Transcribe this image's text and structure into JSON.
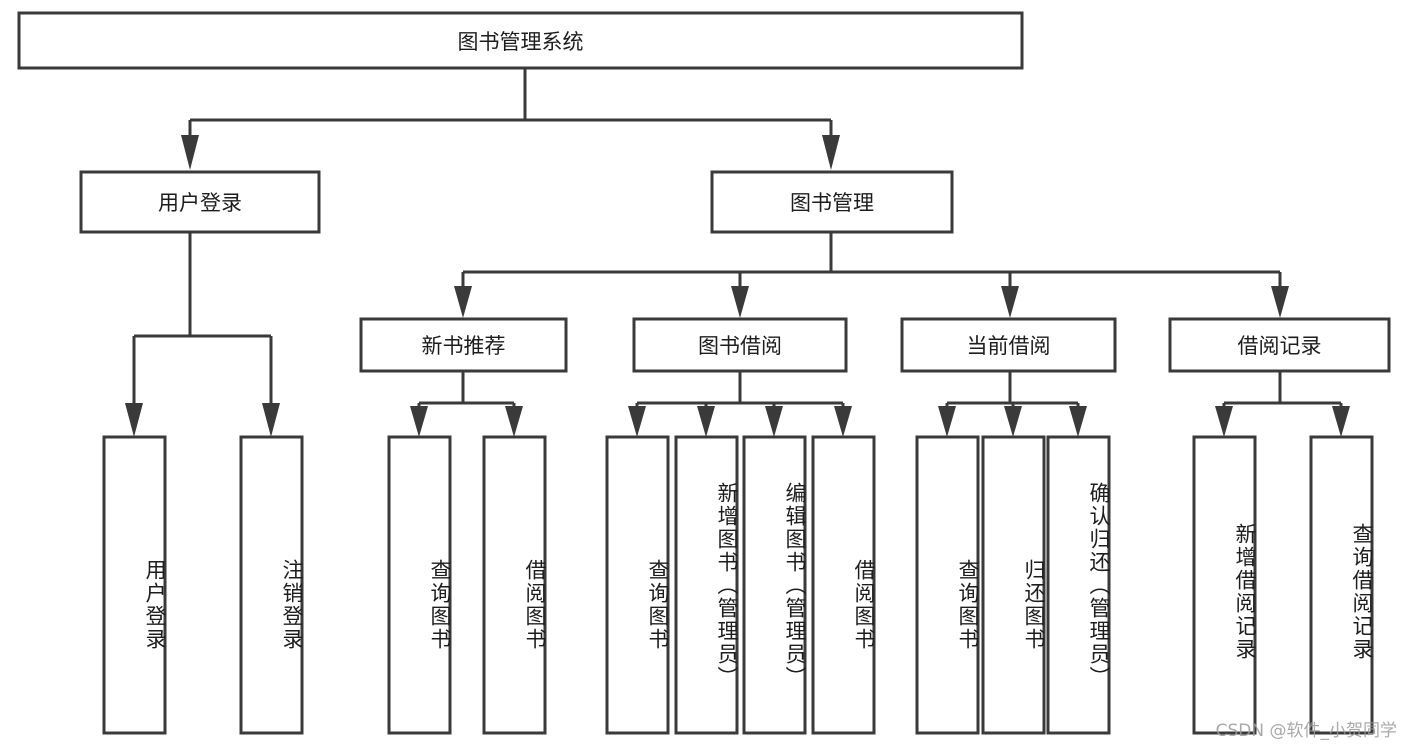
{
  "diagram": {
    "title": "图书管理系统",
    "type": "hierarchy-tree",
    "watermark": "CSDN @软件_小贺同学",
    "colors": {
      "stroke": "#3a3a3a",
      "fill": "#ffffff",
      "text": "#1d1d1d",
      "watermark": "#9b9b9b"
    },
    "root": {
      "label": "图书管理系统"
    },
    "level2": [
      {
        "label": "用户登录"
      },
      {
        "label": "图书管理"
      }
    ],
    "level3": [
      {
        "label": "新书推荐"
      },
      {
        "label": "图书借阅"
      },
      {
        "label": "当前借阅"
      },
      {
        "label": "借阅记录"
      }
    ],
    "leaves": {
      "user_login": [
        {
          "label": "用户登录"
        },
        {
          "label": "注销登录"
        }
      ],
      "new_book_recommend": [
        {
          "label": "查询图书"
        },
        {
          "label": "借阅图书"
        }
      ],
      "book_borrow": [
        {
          "label": "查询图书"
        },
        {
          "label": "新增图书（管理员）"
        },
        {
          "label": "编辑图书（管理员）"
        },
        {
          "label": "借阅图书"
        }
      ],
      "current_borrow": [
        {
          "label": "查询图书"
        },
        {
          "label": "归还图书"
        },
        {
          "label": "确认归还（管理员）"
        }
      ],
      "borrow_record": [
        {
          "label": "新增借阅记录"
        },
        {
          "label": "查询借阅记录"
        }
      ]
    }
  }
}
